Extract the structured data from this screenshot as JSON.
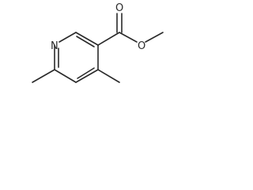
{
  "molecule": {
    "atoms": {
      "ring_nitrogen": "N",
      "carbonyl_oxygen": "O",
      "ester_oxygen": "O"
    }
  }
}
